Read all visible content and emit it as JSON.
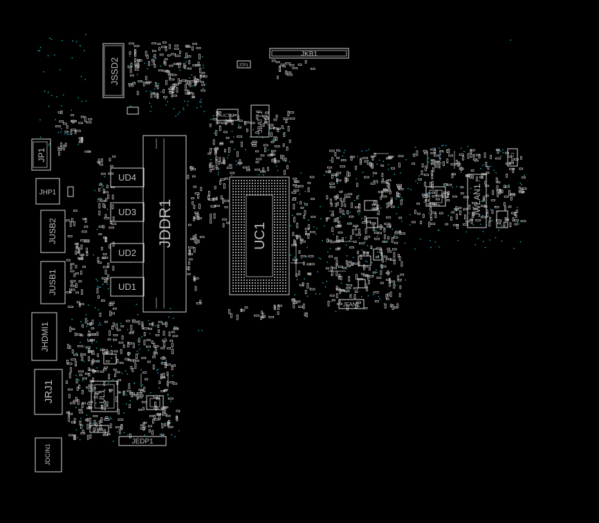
{
  "colors": {
    "background": "#000000",
    "outline": "#d7d7d7",
    "label": "#bdbdbd",
    "via": "#1aa3b8"
  },
  "connectors": {
    "jkb1": "JKB1",
    "jssd2": "JSSD2",
    "jp1": "JP1",
    "jhp1": "JHP1",
    "jusb2": "JUSB2",
    "jusb1": "JUSB1",
    "jhdmi1": "JHDMI1",
    "jrj1": "JRJ1",
    "jdcin1": "JDCIN1",
    "jedp1": "JEDP1",
    "jbatt1": "JBATT1",
    "jwlan1": "JWLAN1",
    "jfan1": "JFAN1",
    "jddr1": "JDDR1"
  },
  "chips": {
    "uc1": "UC1",
    "ud1": "UD1",
    "ud2": "UD2",
    "ud3": "UD3",
    "ud4": "UD4",
    "ul1": "UL1",
    "uc702": "UC702"
  },
  "small_labels": {
    "jtp1": "JTP1",
    "jtb1": "JTB1",
    "jrtc1": "JRTC1"
  }
}
